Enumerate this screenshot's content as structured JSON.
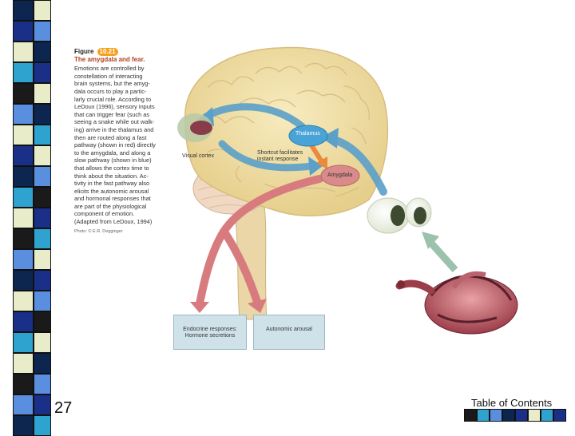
{
  "slide": {
    "page_number": "27",
    "toc_link": "Table of Contents"
  },
  "figure": {
    "label": "Figure",
    "number": "10.21",
    "title": "The amygdala and fear.",
    "caption_lines": [
      "Emotions are controlled by",
      "constellation of interacting",
      "brain systems, but the amyg-",
      "dala occurs to play a partic-",
      "larly crucial role. According to",
      "LeDoux (1996), sensory inputs",
      "that can trigger fear (such as",
      "seeing a snake while out walk-",
      "ing) arrive in the thalamus and",
      "then are routed along a fast",
      "pathway (shown in red) directly",
      "to the amygdala, and along a",
      "slow pathway (shown in blue)",
      "that allows the cortex time to",
      "think about the situation. Ac-",
      "tivity in the fast pathway also",
      "elicits the autonomic arousal",
      "and hormonal responses that",
      "are part of the physiological",
      "component of emotion.",
      "(Adapted from LeDoux, 1994)"
    ],
    "credit": "Photo: © E.R. Degginger"
  },
  "diagram": {
    "labels": {
      "visual_cortex": "Visual cortex",
      "thalamus": "Thalamus",
      "amygdala": "Amygdala",
      "shortcut_line1": "Shortcut facilitates",
      "shortcut_line2": "instant response"
    },
    "boxes": {
      "endocrine_line1": "Endocrine responses:",
      "endocrine_line2": "Hormone secretions",
      "autonomic": "Autonomic arousal"
    }
  },
  "colors": {
    "brain": "#f1dfa6",
    "fast_pathway": "#d87b7f",
    "slow_pathway": "#5aa0c9",
    "thalamus": "#4aa3d6",
    "amygdala": "#d98a8a",
    "box_fill": "#cfe2ea",
    "strip": [
      "#1a2f87",
      "#e9ecc8",
      "#5a8fe0",
      "#2fa3cf",
      "#0c2650",
      "#1a1a1a"
    ]
  }
}
